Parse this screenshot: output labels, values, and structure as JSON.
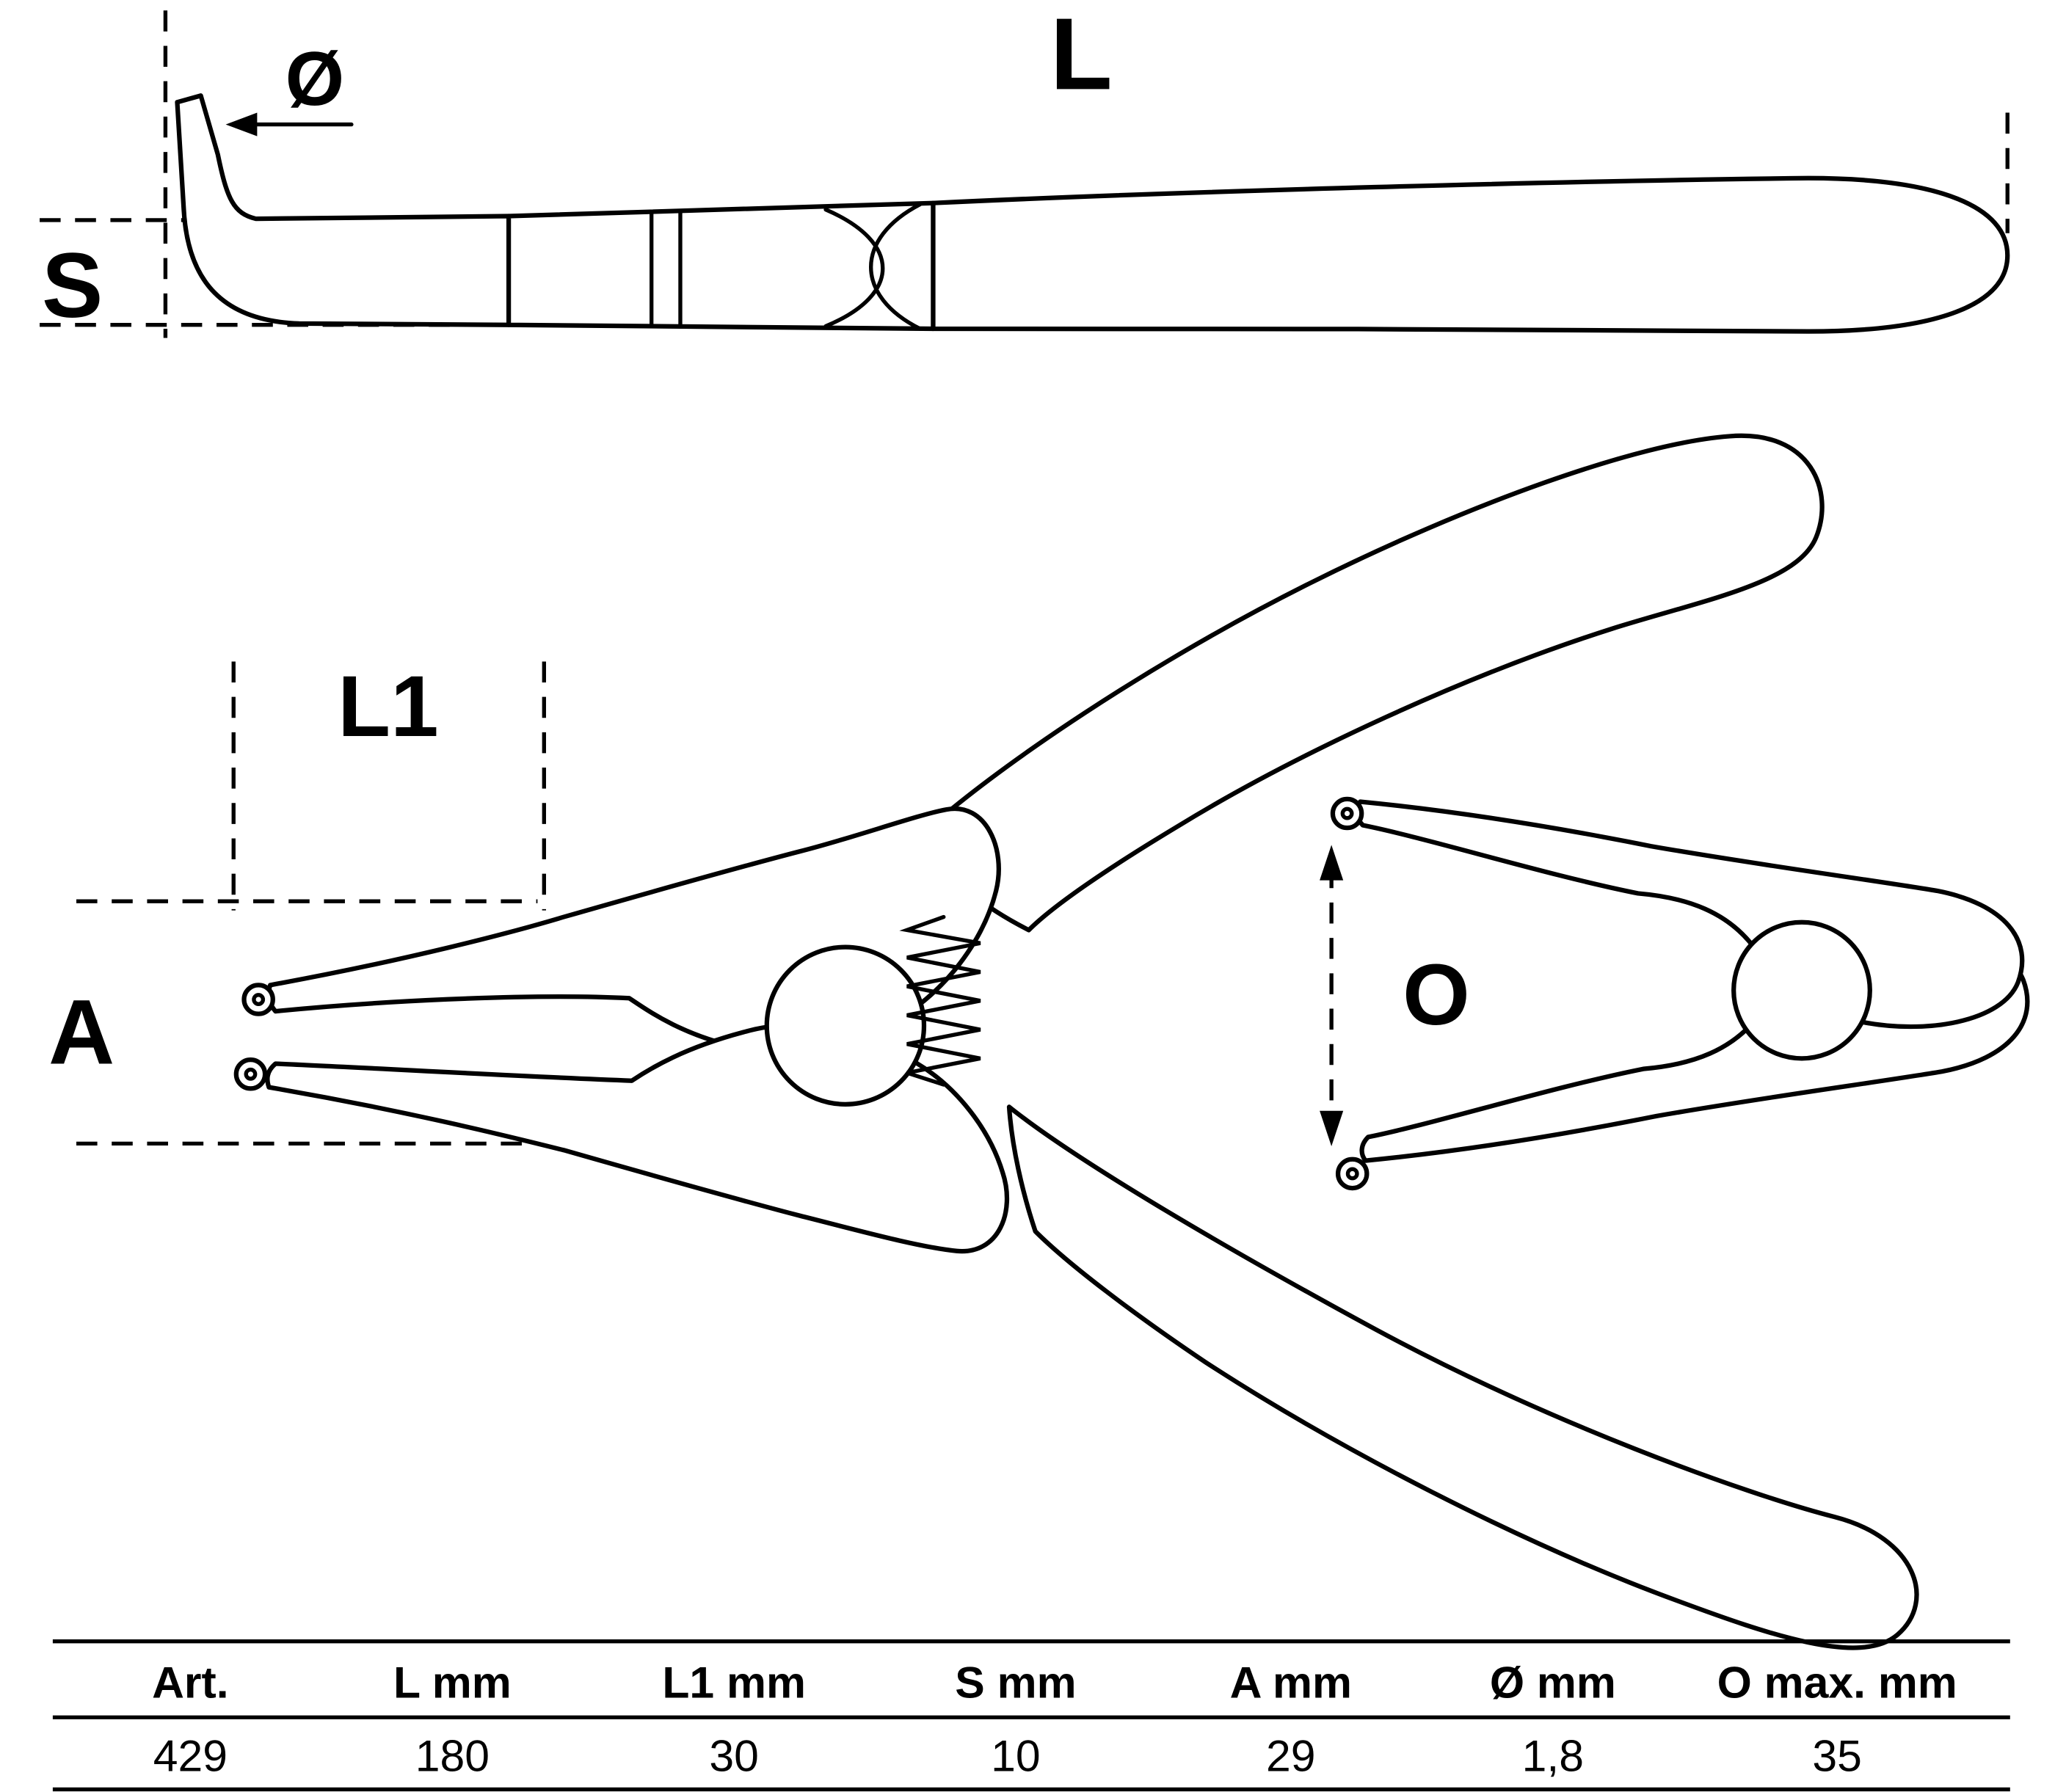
{
  "drawing_title": "Circlip pliers technical drawing",
  "labels": {
    "L": "L",
    "diameter": "Ø",
    "S": "S",
    "L1": "L1",
    "A": "A",
    "O": "O"
  },
  "table": {
    "headers": [
      "Art.",
      "L mm",
      "L1 mm",
      "S mm",
      "A mm",
      "Ø mm",
      "O max. mm"
    ],
    "values": [
      "429",
      "180",
      "30",
      "10",
      "29",
      "1,8",
      "35"
    ]
  },
  "colors": {
    "line": "#000000",
    "background": "#ffffff"
  }
}
